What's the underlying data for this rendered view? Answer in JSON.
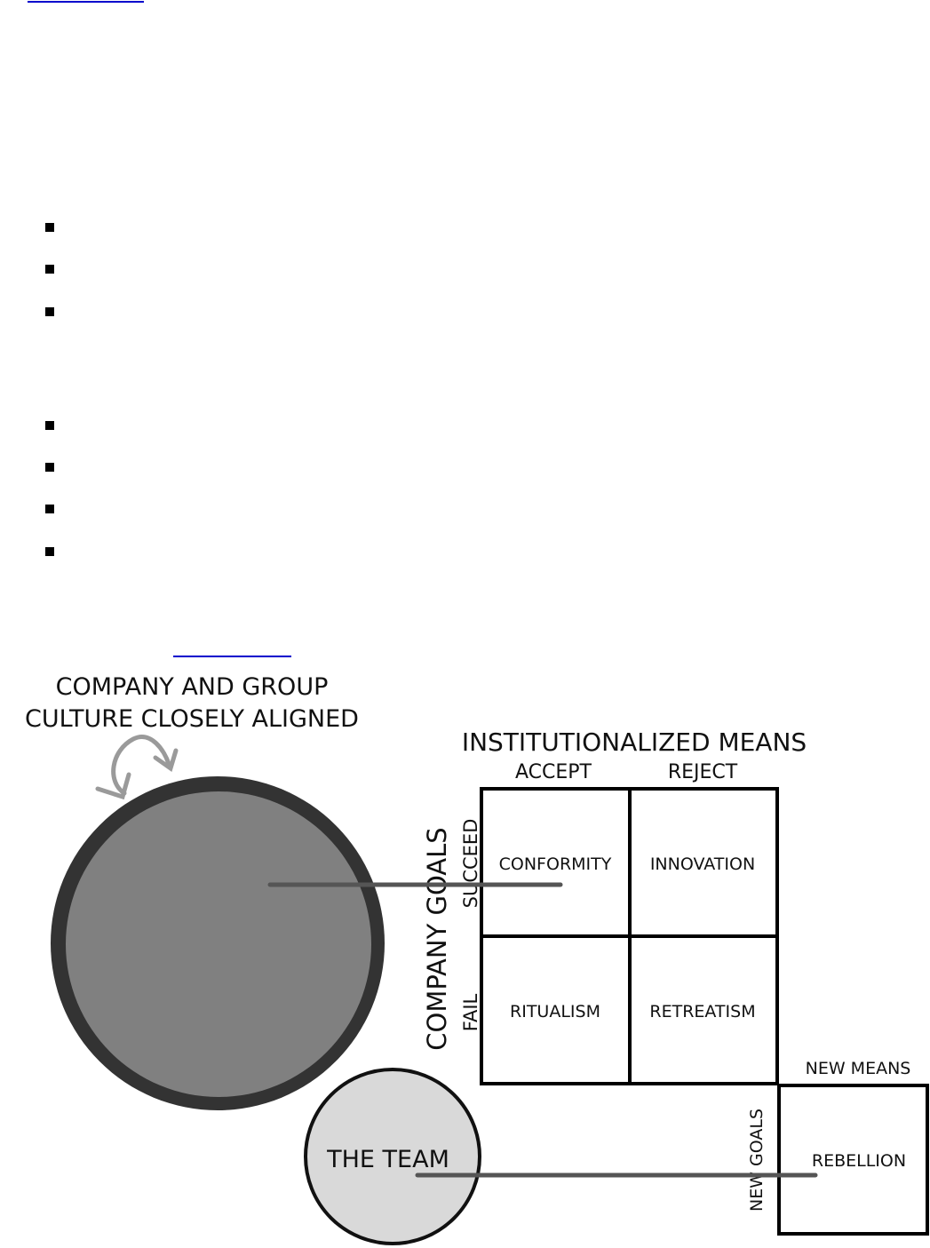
{
  "bullets_group_1": 3,
  "bullets_group_2": 4,
  "diagram": {
    "caption_line_1": "COMPANY AND GROUP",
    "caption_line_2": "CULTURE CLOSELY ALIGNED",
    "means_header": "INSTITUTIONALIZED MEANS",
    "col_accept": "ACCEPT",
    "col_reject": "REJECT",
    "goals_label": "COMPANY GOALS",
    "row_succeed": "SUCCEED",
    "row_fail": "FAIL",
    "cell_conformity": "CONFORMITY",
    "cell_innovation": "INNOVATION",
    "cell_ritualism": "RITUALISM",
    "cell_retreatism": "RETREATISM",
    "new_means": "NEW MEANS",
    "new_goals": "NEW GOALS",
    "cell_rebellion": "REBELLION",
    "team_label": "THE TEAM"
  }
}
